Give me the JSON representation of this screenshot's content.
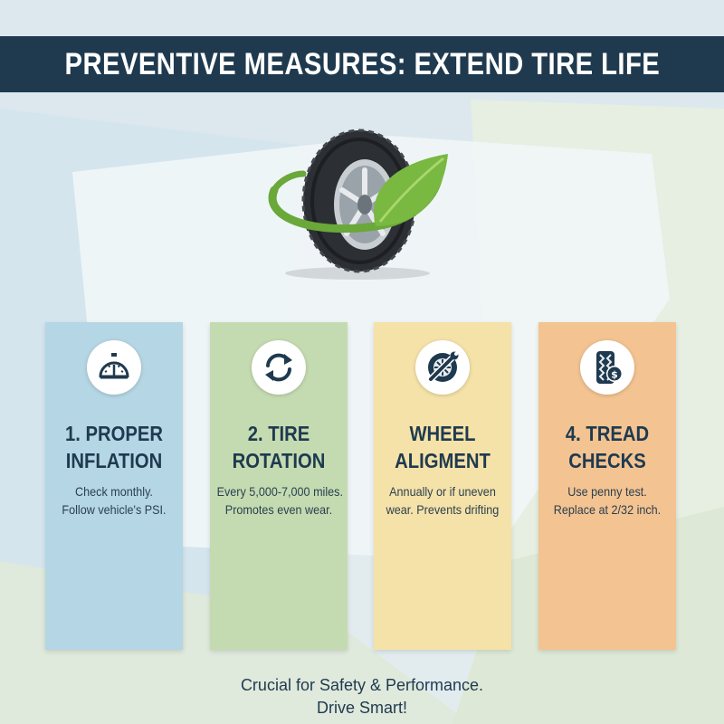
{
  "header": {
    "title": "PREVENTIVE MEASURES: EXTEND TIRE LIFE"
  },
  "hero": {
    "icon": "tire-with-leaf-icon"
  },
  "cards": [
    {
      "title_line1": "1. PROPER",
      "title_line2": "INFLATION",
      "desc_line1": "Check monthly.",
      "desc_line2": "Follow vehicle's PSI.",
      "icon": "pressure-gauge-icon",
      "color": "#b5d6e4"
    },
    {
      "title_line1": "2. TIRE",
      "title_line2": "ROTATION",
      "desc_line1": "Every 5,000-7,000 miles.",
      "desc_line2": "Promotes even wear.",
      "icon": "rotation-arrows-icon",
      "color": "#c4dbb1"
    },
    {
      "title_line1": "WHEEL",
      "title_line2": "ALIGMENT",
      "desc_line1": "Annually or if uneven",
      "desc_line2": "wear. Prevents drifting",
      "icon": "wheel-wrench-icon",
      "color": "#f5e2a8"
    },
    {
      "title_line1": "4. TREAD",
      "title_line2": "CHECKS",
      "desc_line1": "Use penny test.",
      "desc_line2": "Replace at 2/32 inch.",
      "icon": "tread-coin-icon",
      "color": "#f3c391"
    }
  ],
  "footer": {
    "line1": "Crucial for Safety & Performance.",
    "line2": "Drive Smart!"
  },
  "colors": {
    "banner": "#1f3a4f",
    "text_dark": "#1f3a4f",
    "leaf": "#79b841"
  }
}
